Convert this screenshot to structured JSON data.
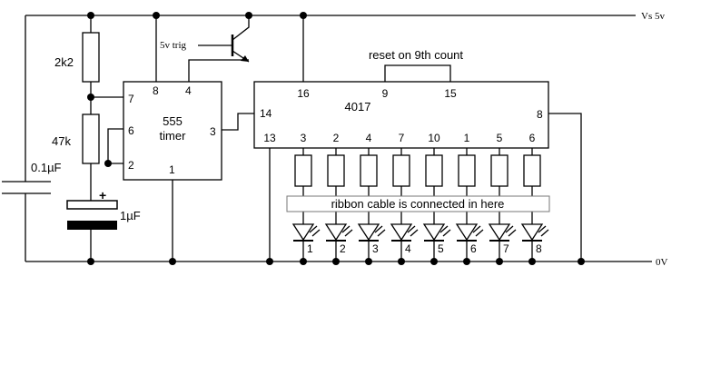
{
  "rails": {
    "supply": "Vs 5v",
    "ground": "0V"
  },
  "components": {
    "resistor_top": "2k2",
    "resistor_mid": "47k",
    "cap_small": "0.1µF",
    "cap_elec": "1µF",
    "cap_plus": "+",
    "trigger": "5v trig"
  },
  "timer": {
    "name_line1": "555",
    "name_line2": "timer",
    "pins": {
      "p8": "8",
      "p4": "4",
      "p7": "7",
      "p6": "6",
      "p2": "2",
      "p3": "3",
      "p1": "1"
    }
  },
  "counter": {
    "name": "4017",
    "reset_note": "reset on 9th count",
    "pins": {
      "p16": "16",
      "p9": "9",
      "p15": "15",
      "p14": "14",
      "p8": "8",
      "p13": "13"
    },
    "outputs": [
      "3",
      "2",
      "4",
      "7",
      "10",
      "1",
      "5",
      "6"
    ]
  },
  "ribbon_note": "ribbon cable is connected in here",
  "leds": [
    "1",
    "2",
    "3",
    "4",
    "5",
    "6",
    "7",
    "8"
  ]
}
